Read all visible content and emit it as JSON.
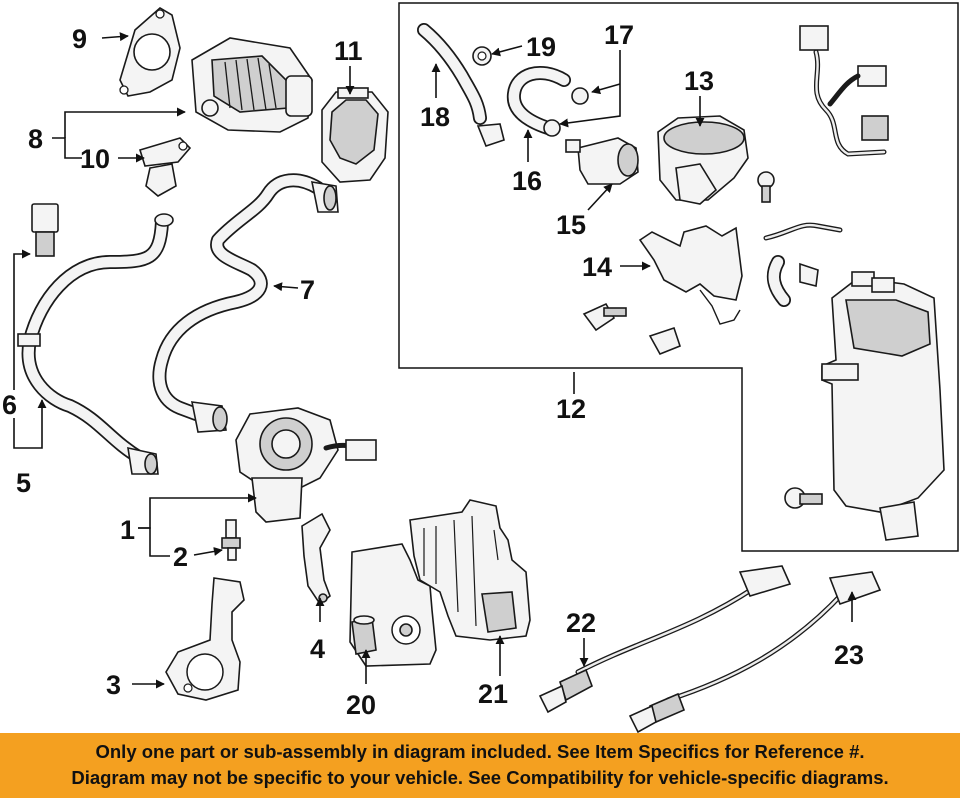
{
  "diagram": {
    "callouts": [
      "1",
      "2",
      "3",
      "4",
      "5",
      "6",
      "7",
      "8",
      "9",
      "10",
      "11",
      "12",
      "13",
      "14",
      "15",
      "16",
      "17",
      "18",
      "19",
      "20",
      "21",
      "22",
      "23"
    ]
  },
  "notice": {
    "line1": "Only one part or sub-assembly in diagram included. See Item Specifics for Reference #.",
    "line2": "Diagram may not be specific to your vehicle. See Compatibility for vehicle-specific diagrams."
  },
  "colors": {
    "banner": "#f4a020",
    "line_art": "#1a1a1a",
    "background": "#ffffff"
  }
}
